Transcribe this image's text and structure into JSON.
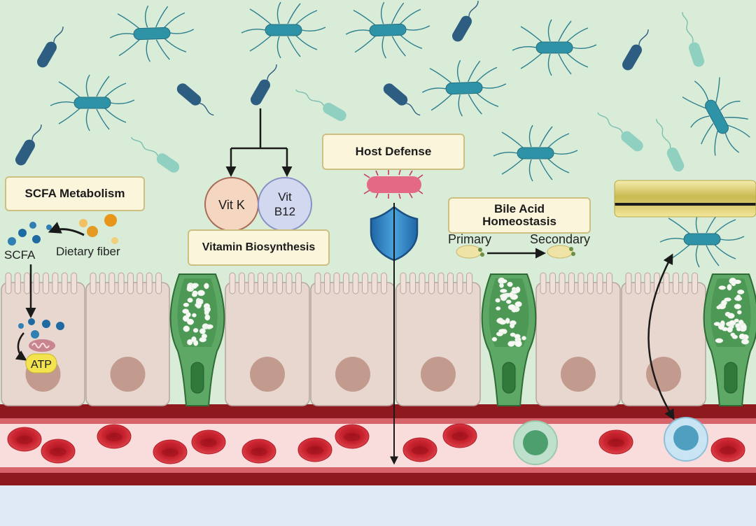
{
  "labels": {
    "scfa_metabolism": "SCFA Metabolism",
    "scfa": "SCFA",
    "dietary_fiber": "Dietary fiber",
    "atp": "ATP",
    "vit_k": "Vit K",
    "vit_b12_line1": "Vit",
    "vit_b12_line2": "B12",
    "vitamin_biosynthesis": "Vitamin Biosynthesis",
    "host_defense": "Host Defense",
    "bile_acid_line1": "Bile Acid",
    "bile_acid_line2": "Homeostasis",
    "primary": "Primary",
    "secondary": "Secondary"
  },
  "colors": {
    "lumen": "#d9ecd7",
    "blood_plasma": "#f9dcdc",
    "vessel_wall": "#8e1a1f",
    "red_cell": "#cf2a36",
    "enterocyte": "#e8d7cf",
    "goblet_cell": "#4f9a55",
    "bacteria_flagellated": "#2f93a8",
    "bacteria_rod": "#2d5e82",
    "bacteria_light": "#8fd0c0",
    "shield": "#3383bf",
    "label_fill": "#fbf5dc",
    "label_border": "#cdbf82"
  }
}
